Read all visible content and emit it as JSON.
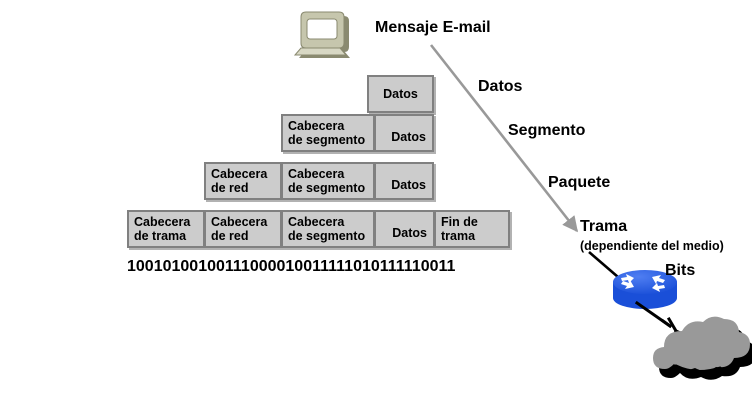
{
  "diagram": {
    "title": "Mensaje E-mail",
    "bits_string": "10010100100111000010011111010111110011",
    "encapsulation_rows": [
      {
        "name": "datos",
        "cells": [
          {
            "id": "datos",
            "label": "Datos"
          }
        ]
      },
      {
        "name": "segmento",
        "cells": [
          {
            "id": "cabecera-de-segmento",
            "label": "Cabecera\nde segmento"
          },
          {
            "id": "datos",
            "label": "Datos"
          }
        ]
      },
      {
        "name": "paquete",
        "cells": [
          {
            "id": "cabecera-de-red",
            "label": "Cabecera\nde red"
          },
          {
            "id": "cabecera-de-segmento",
            "label": "Cabecera\nde segmento"
          },
          {
            "id": "datos",
            "label": "Datos"
          }
        ]
      },
      {
        "name": "trama",
        "cells": [
          {
            "id": "cabecera-de-trama",
            "label": "Cabecera\nde trama"
          },
          {
            "id": "cabecera-de-red",
            "label": "Cabecera\nde red"
          },
          {
            "id": "cabecera-de-segmento",
            "label": "Cabecera\nde segmento"
          },
          {
            "id": "datos",
            "label": "Datos"
          },
          {
            "id": "fin-de-trama",
            "label": "Fin de\ntrama"
          }
        ]
      }
    ],
    "stage_labels": {
      "datos": "Datos",
      "segmento": "Segmento",
      "paquete": "Paquete",
      "trama": "Trama",
      "trama_sub": "(dependiente del medio)",
      "bits": "Bits"
    },
    "icons": {
      "computer": "computer-monitor-icon",
      "router": "router-icon",
      "cloud": "network-cloud-icon",
      "arrow": "encapsulation-arrow-icon",
      "link": "media-link-icon"
    },
    "colors": {
      "box_fill": "#cccccc",
      "box_border": "#808080",
      "arrow": "#999999",
      "router_top": "#3a6ee8",
      "router_body": "#1a4fd8",
      "cloud": "#999999",
      "cloud_shadow": "#000000",
      "computer_body": "#c6c6ad",
      "computer_screen": "#ffffff",
      "text": "#000000"
    }
  }
}
